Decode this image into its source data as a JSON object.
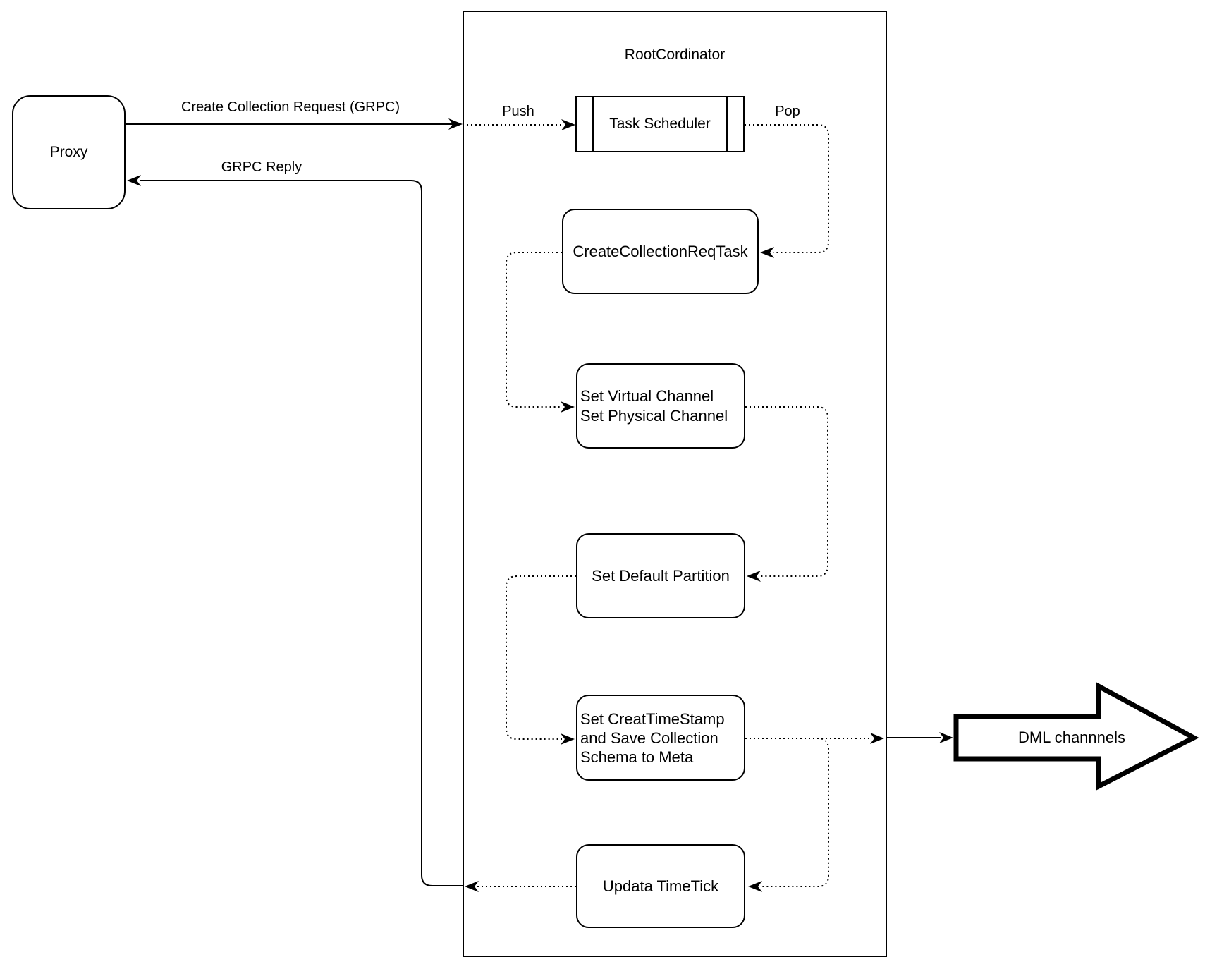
{
  "diagram": {
    "colors": {
      "background": "#ffffff",
      "line": "#000000",
      "text": "#000000"
    },
    "nodes": {
      "proxy": {
        "label": "Proxy"
      },
      "root_coordinator": {
        "title": "RootCordinator"
      },
      "task_scheduler": {
        "label": "Task Scheduler"
      },
      "create_collection_req_task": {
        "label": "CreateCollectionReqTask"
      },
      "set_virtual_channel": {
        "label": "Set Virtual Channel\nSet Physical Channel"
      },
      "set_default_partition": {
        "label": "Set Default Partition"
      },
      "set_creat_timestamp": {
        "label": "Set CreatTimeStamp\nand Save Collection\nSchema to Meta"
      },
      "updata_timetick": {
        "label": "Updata TimeTick"
      },
      "dml_channels": {
        "label": "DML channnels"
      }
    },
    "edges": {
      "create_collection_request": {
        "label": "Create Collection Request (GRPC)"
      },
      "grpc_reply": {
        "label": "GRPC Reply"
      },
      "push": {
        "label": "Push"
      },
      "pop": {
        "label": "Pop"
      }
    }
  }
}
